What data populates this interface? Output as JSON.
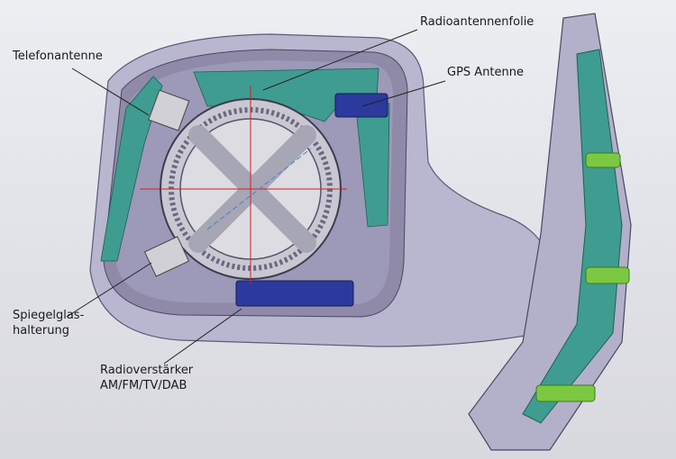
{
  "labels": {
    "telefonantenne": "Telefonantenne",
    "radioantennenfolie": "Radioantennenfolie",
    "gps_antenne": "GPS Antenne",
    "spiegelglas_line1": "Spiegelglas-",
    "spiegelglas_line2": "halterung",
    "radioverstaerker_line1": "Radioverstärker",
    "radioverstaerker_line2": "AM/FM/TV/DAB"
  },
  "colors": {
    "housing": "#b9b6cf",
    "housing_dark": "#8e8aa8",
    "antenna_foil": "#3f9c90",
    "gps_module": "#2b3a9c",
    "mount_pins": "#7cc842",
    "motor": "#d7d7dc"
  }
}
